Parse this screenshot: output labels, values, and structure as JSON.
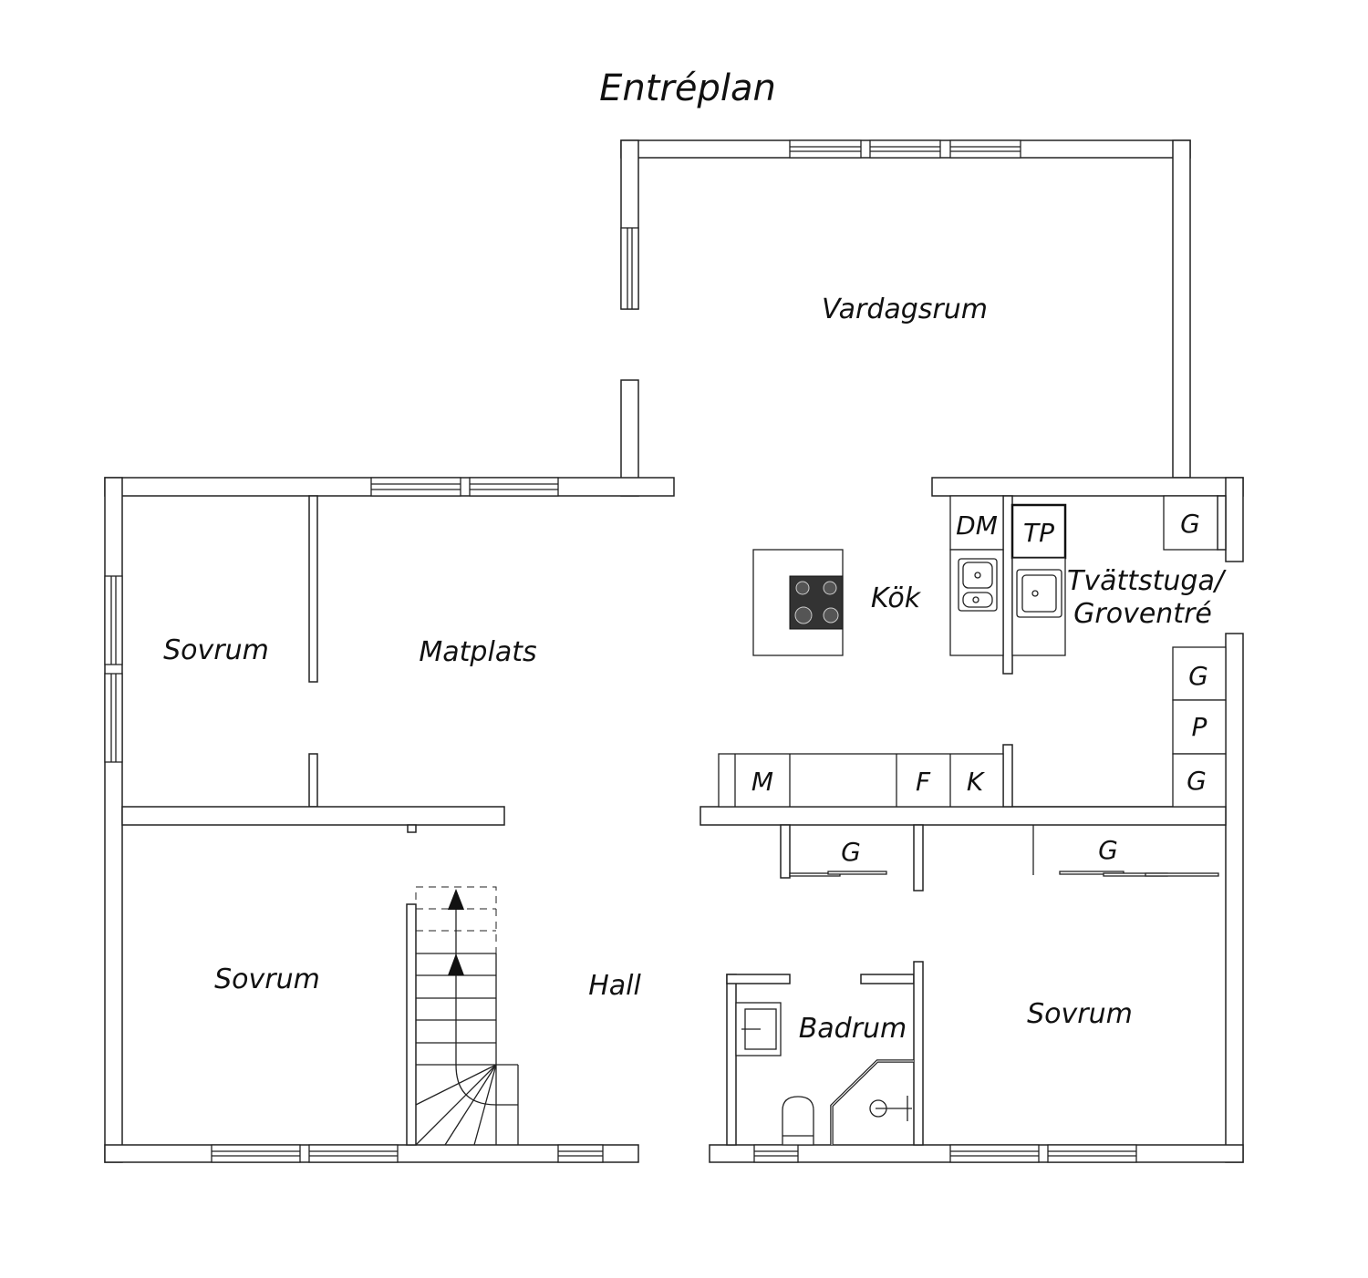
{
  "title": "Entréplan",
  "rooms": {
    "vardagsrum": "Vardagsrum",
    "sovrum_1": "Sovrum",
    "matplats": "Matplats",
    "kok": "Kök",
    "tvattstuga_line1": "Tvättstuga/",
    "tvattstuga_line2": "Groventré",
    "sovrum_2": "Sovrum",
    "hall": "Hall",
    "badrum": "Badrum",
    "sovrum_3": "Sovrum"
  },
  "fixtures": {
    "dm": "DM",
    "tp": "TP",
    "g_top": "G",
    "g_right_1": "G",
    "p_right": "P",
    "g_right_2": "G",
    "m": "M",
    "f": "F",
    "k": "K",
    "g_closet_1": "G",
    "g_closet_2": "G"
  }
}
